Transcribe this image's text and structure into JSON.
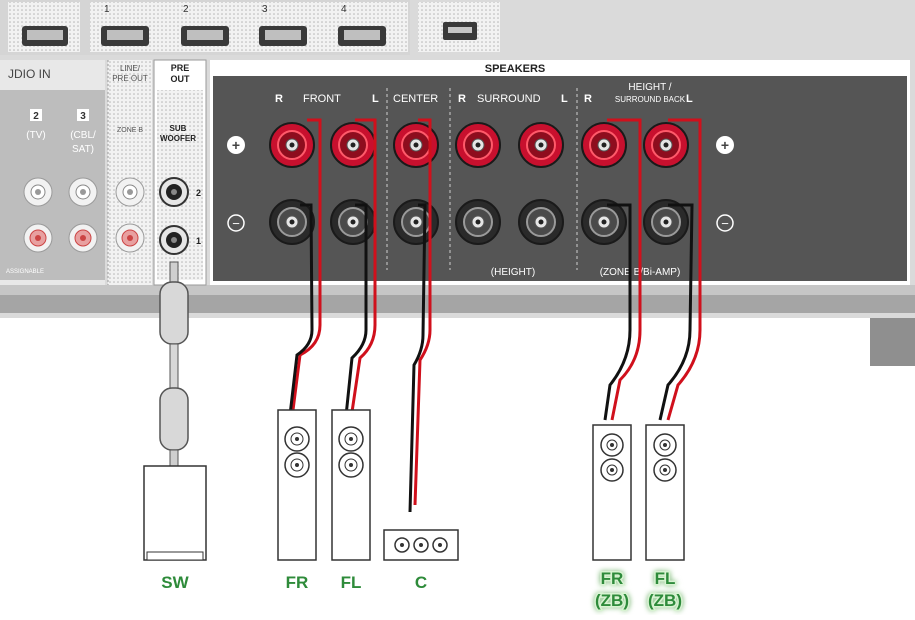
{
  "panel": {
    "hdmi_numbers": [
      "1",
      "2",
      "3",
      "4"
    ],
    "audio_in_label": "JDIO IN",
    "inputs": [
      {
        "number": "2",
        "label": "(TV)"
      },
      {
        "number": "3",
        "label": "(CBL/",
        "label2": "SAT)"
      }
    ],
    "assignable_label": "ASSIGNABLE",
    "line_pre_out": {
      "line1": "LINE/",
      "line2": "PRE OUT",
      "zone": "ZONE B"
    },
    "pre_out": {
      "line1": "PRE",
      "line2": "OUT",
      "sub1": "SUB",
      "sub2": "WOOFER",
      "ch2": "2",
      "ch1": "1"
    },
    "speakers": {
      "title": "SPEAKERS",
      "front": "FRONT",
      "center": "CENTER",
      "surround": "SURROUND",
      "height1": "HEIGHT /",
      "height2": "SURROUND BACK",
      "r": "R",
      "l": "L",
      "plus": "+",
      "minus": "−",
      "height_note": "(HEIGHT)",
      "zone_note": "(ZONE B/Bi-AMP)"
    }
  },
  "devices": {
    "sw": "SW",
    "fr": "FR",
    "fl": "FL",
    "c": "C",
    "fr_zb1": "FR",
    "fr_zb2": "(ZB)",
    "fl_zb1": "FL",
    "fl_zb2": "(ZB)"
  },
  "colors": {
    "panel_dark": "#545454",
    "panel_light": "#dcdcdc",
    "terminal_red": "#c8102e",
    "label_green": "#2e8b3a",
    "zb_glow": "#b8e6b0"
  }
}
